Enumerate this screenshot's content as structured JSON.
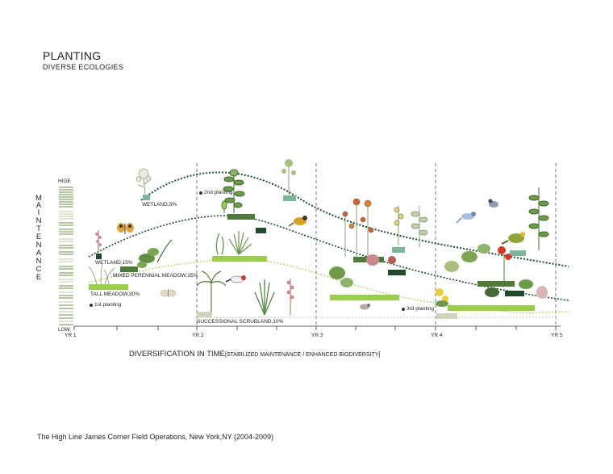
{
  "header": {
    "title": "PLANTING",
    "subtitle": "DIVERSE ECOLOGIES"
  },
  "axes": {
    "y_title_letters": [
      "M",
      "A",
      "I",
      "N",
      "T",
      "E",
      "N",
      "A",
      "N",
      "C",
      "E"
    ],
    "y_top": "HIGE",
    "y_bottom": "LOW",
    "x_ticks": [
      "YR 1",
      "YR 2",
      "YR 3",
      "YR 4",
      "YR 5"
    ],
    "x_title": "DIVERSIFICATION IN TIME",
    "x_title_sub": "[STABILIZED MAINTENANCE / ENHANCED BIODIVERSITY]"
  },
  "labels": {
    "wetland_5": "WETLAND,5%",
    "wetland_15": "WETLAND,15%",
    "mixed_meadow": "MIXED PERENNIAL MEADOW,15%",
    "tall_meadow": "TALL MEADOW,30%",
    "scrubland": "SUCCESSIONAL SCRUBLAND,10%",
    "planting_1": "1st planting",
    "planting_2": "2nd planting",
    "planting_3": "3rd planting"
  },
  "caption": "The High Line James Corner Field Operations, New York,NY (2004-2009)",
  "colors": {
    "dark_green": "#1f4a2c",
    "mid_green": "#4e7a3c",
    "light_green": "#9acd4c",
    "teal": "#7bb59a",
    "pale": "#cfd3bd"
  }
}
